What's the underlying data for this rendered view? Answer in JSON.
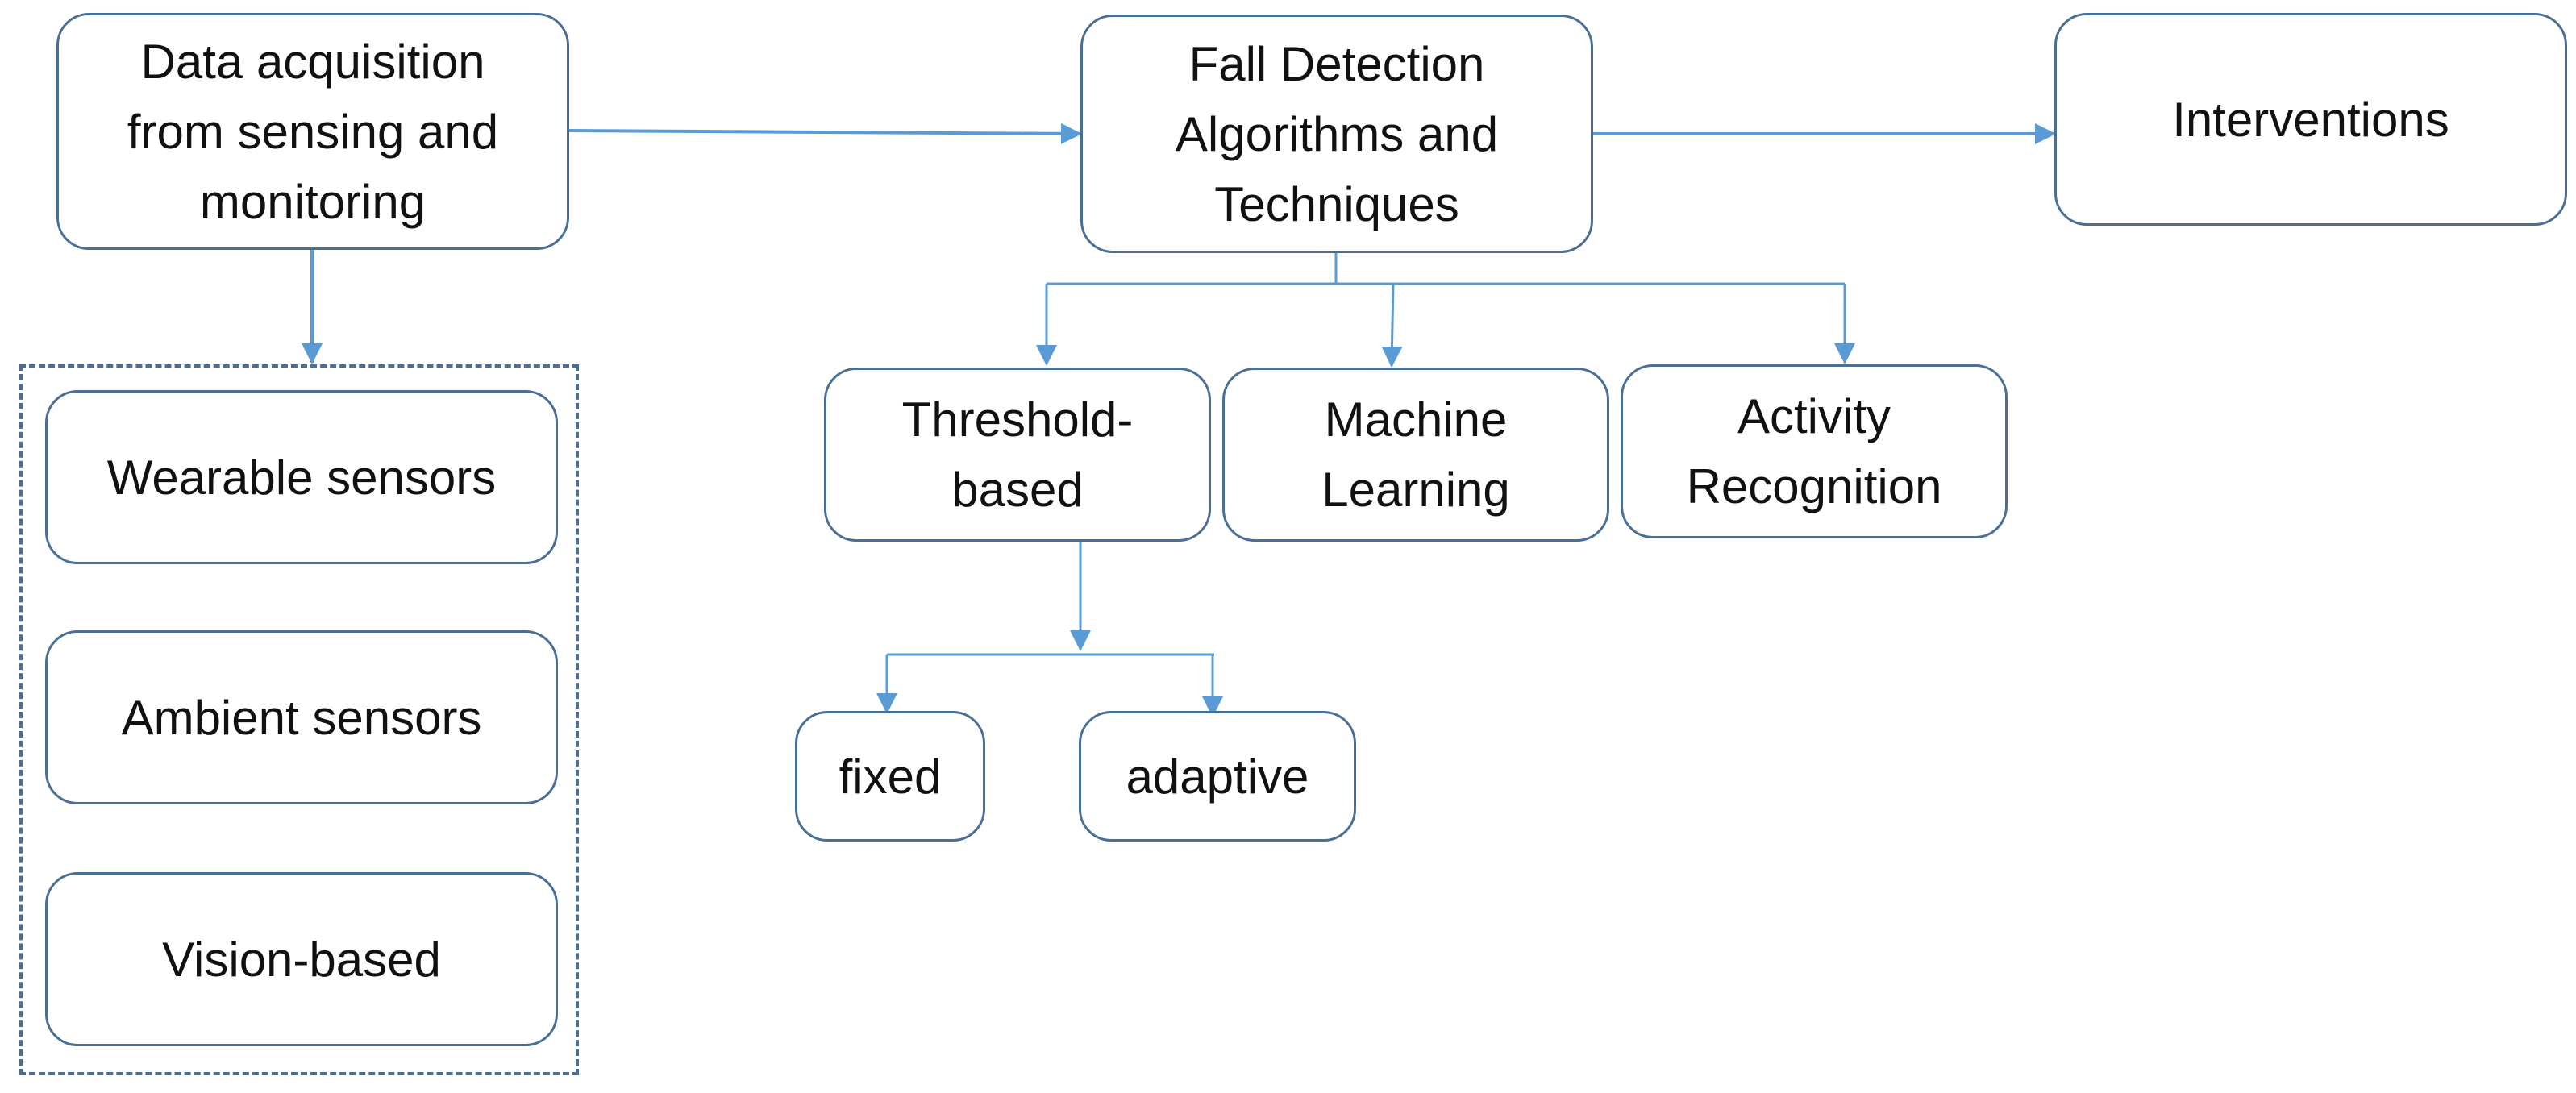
{
  "diagram": {
    "source": {
      "label": "Data acquisition\nfrom sensing and\nmonitoring"
    },
    "algorithms": {
      "label": "Fall Detection\nAlgorithms and\nTechniques"
    },
    "interventions": {
      "label": "Interventions"
    },
    "sensors": {
      "items": [
        {
          "label": "Wearable sensors"
        },
        {
          "label": "Ambient sensors"
        },
        {
          "label": "Vision-based"
        }
      ]
    },
    "techniques": {
      "items": [
        {
          "label": "Threshold-\nbased"
        },
        {
          "label": "Machine\nLearning"
        },
        {
          "label": "Activity\nRecognition"
        }
      ]
    },
    "threshold_types": {
      "items": [
        {
          "label": "fixed"
        },
        {
          "label": "adaptive"
        }
      ]
    },
    "colors": {
      "border": "#4a6f96",
      "connector": "#5b9bd5",
      "text": "#111111"
    }
  }
}
